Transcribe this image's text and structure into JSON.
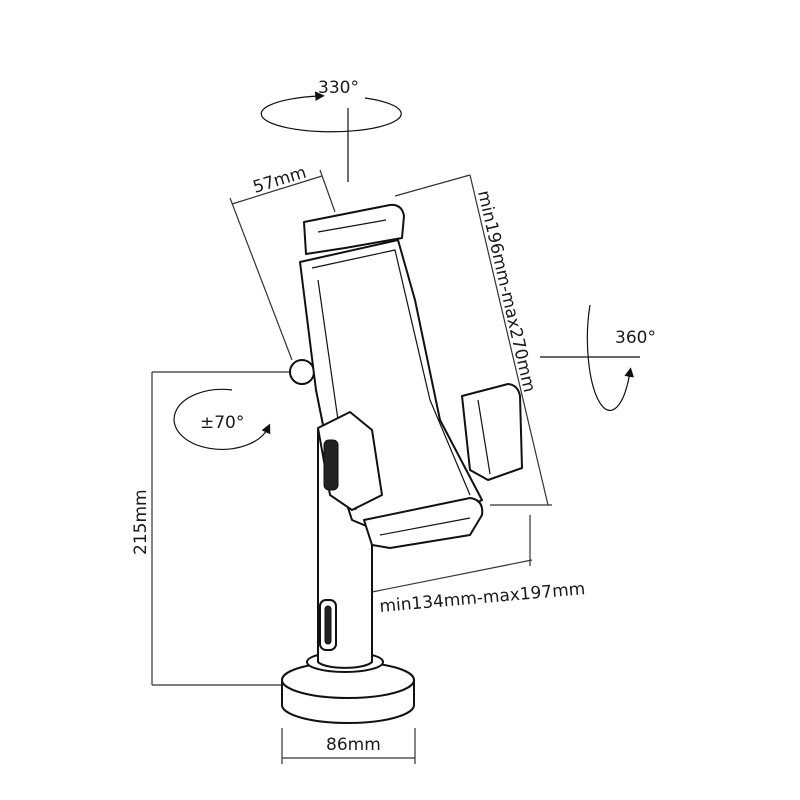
{
  "labels": {
    "rotation_top": "330°",
    "rotation_side": "360°",
    "tilt": "±70°",
    "depth": "57mm",
    "length_range": "min196mm-max270mm",
    "width_range": "min134mm-max197mm",
    "height": "215mm",
    "base_diameter": "86mm"
  }
}
